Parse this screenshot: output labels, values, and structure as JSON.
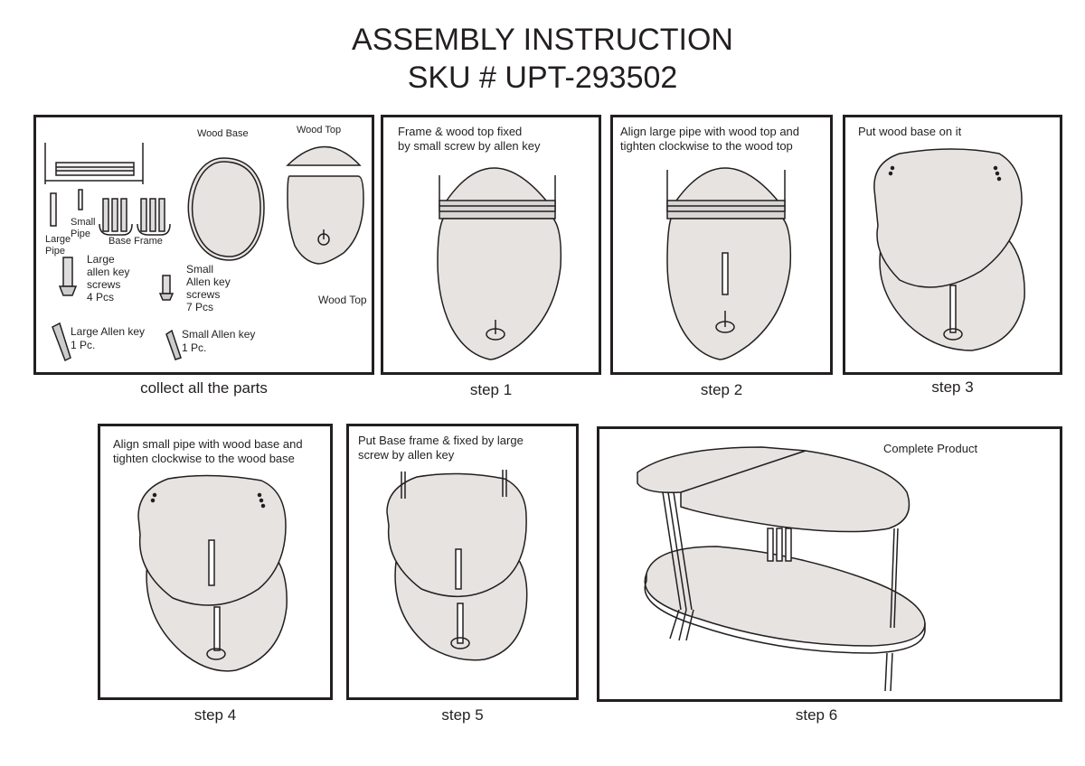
{
  "header": {
    "title": "ASSEMBLY INSTRUCTION",
    "sku": "SKU # UPT-293502"
  },
  "parts_panel": {
    "wood_base": "Wood Base",
    "wood_top": "Wood Top",
    "wood_top_2": "Wood Top",
    "large_pipe": "Large\nPipe",
    "small_pipe": "Small\nPipe",
    "base_frame": "Base Frame",
    "large_screws": "Large\nallen key\nscrews\n4 Pcs",
    "small_screws": "Small\nAllen key\nscrews\n7 Pcs",
    "large_key": "Large Allen key\n1 Pc.",
    "small_key": "Small Allen key\n1 Pc.",
    "caption": "collect all the parts"
  },
  "step1": {
    "text": "Frame & wood top fixed\nby small screw by allen key",
    "caption": "step 1"
  },
  "step2": {
    "text": "Align large pipe with wood top and\ntighten clockwise to the wood top",
    "caption": "step 2"
  },
  "step3": {
    "text": "Put wood base on it",
    "caption": "step 3"
  },
  "step4": {
    "text": "Align small pipe with wood base and\ntighten clockwise to the wood base",
    "caption": "step 4"
  },
  "step5": {
    "text": "Put Base frame & fixed by large\nscrew by allen key",
    "caption": "step 5"
  },
  "step6": {
    "text": "Complete Product",
    "caption": "step 6"
  }
}
